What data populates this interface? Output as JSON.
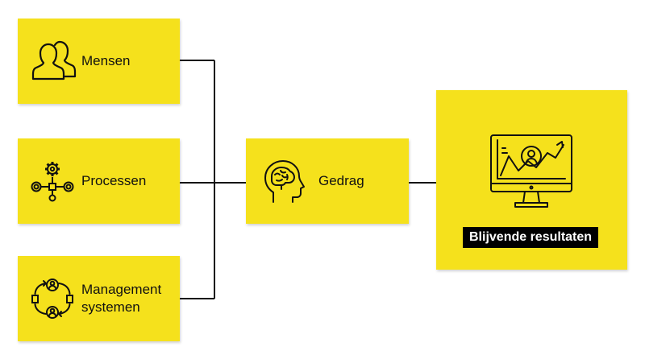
{
  "nodes": {
    "mensen": "Mensen",
    "processen": "Processen",
    "management_line1": "Management",
    "management_line2": "systemen",
    "gedrag": "Gedrag",
    "resultaten": "Blijvende resultaten"
  },
  "colors": {
    "box": "#f5e11c",
    "line": "#111111",
    "badge": "#000000"
  },
  "icons": [
    "people-icon",
    "process-gears-icon",
    "management-cycle-icon",
    "brain-head-icon",
    "monitor-chart-icon"
  ]
}
